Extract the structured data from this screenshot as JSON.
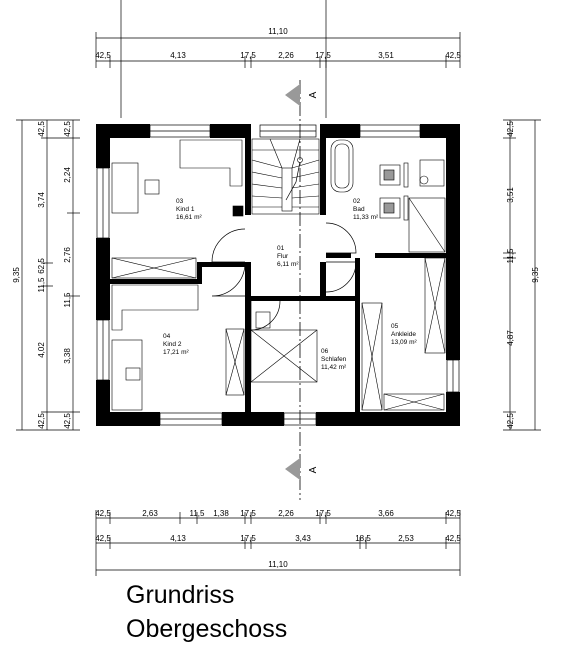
{
  "title": {
    "line1": "Grundriss",
    "line2": "Obergeschoss"
  },
  "section_marker": "A",
  "top": {
    "overall": "11,10",
    "segments": [
      "42,5",
      "4,13",
      "17,5",
      "2,26",
      "17,5",
      "3,51",
      "42,5"
    ]
  },
  "bottom": {
    "row1": [
      "42,5",
      "2,63",
      "11,5",
      "1,38",
      "17,5",
      "2,26",
      "17,5",
      "3,66",
      "42,5"
    ],
    "row2": [
      "42,5",
      "4,13",
      "17,5",
      "3,43",
      "18,5",
      "2,53",
      "42,5"
    ],
    "overall": "11,10"
  },
  "left": {
    "overall": "9,35",
    "outer": [
      "42,5",
      "3,74",
      "11,5",
      "62,5",
      "4,02",
      "42,5"
    ],
    "inner": [
      "42,5",
      "2,24",
      "2,76",
      "11,5",
      "3,38",
      "42,5"
    ]
  },
  "right": {
    "overall": "9,35",
    "segments": [
      "42,5",
      "3,51",
      "11,5",
      "4,87",
      "42,5"
    ]
  },
  "rooms": [
    {
      "num": "01",
      "name": "Flur",
      "area": "6,11 m²"
    },
    {
      "num": "02",
      "name": "Bad",
      "area": "11,33 m²"
    },
    {
      "num": "03",
      "name": "Kind 1",
      "area": "16,61 m²"
    },
    {
      "num": "04",
      "name": "Kind 2",
      "area": "17,21 m²"
    },
    {
      "num": "05",
      "name": "Ankleide",
      "area": "13,09 m²"
    },
    {
      "num": "06",
      "name": "Schlafen",
      "area": "11,42 m²"
    }
  ]
}
